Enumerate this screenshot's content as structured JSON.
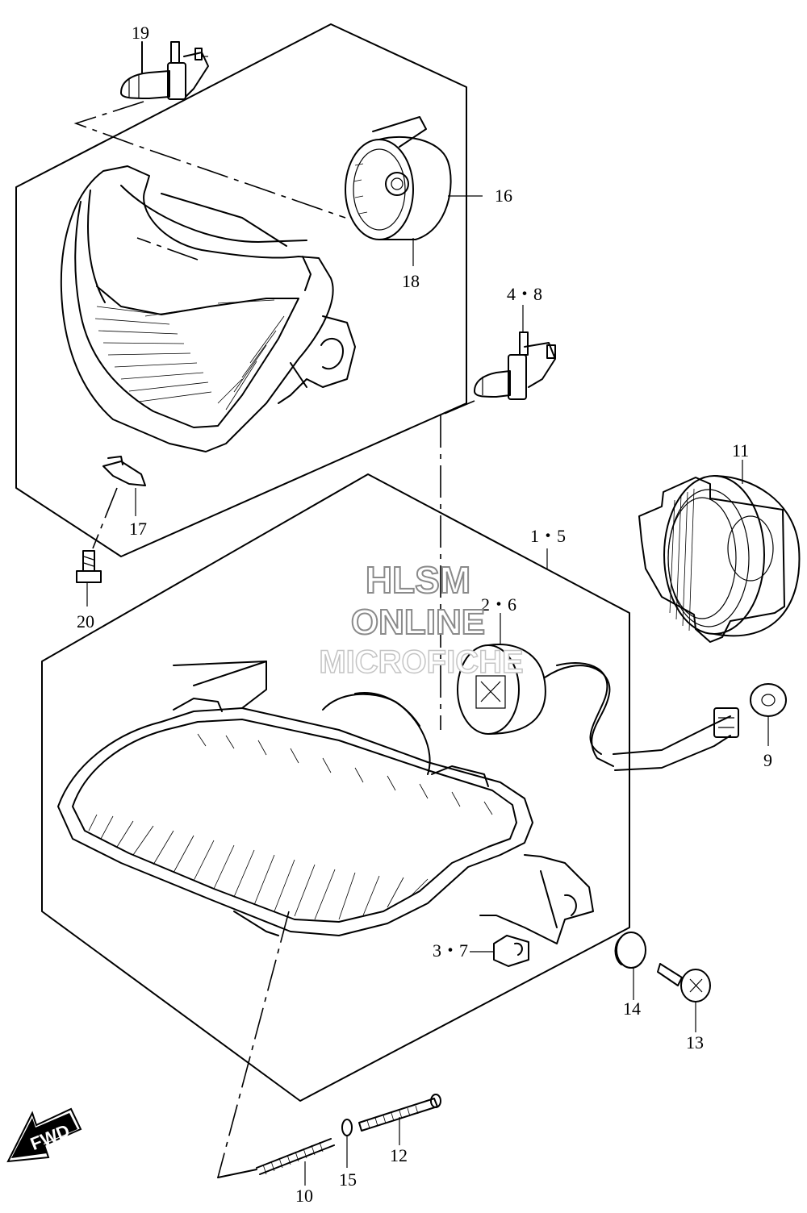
{
  "callouts": {
    "c1_5": "1・5",
    "c2_6": "2・6",
    "c3_7": "3・7",
    "c4_8": "4・8",
    "c9": "9",
    "c10": "10",
    "c11": "11",
    "c12": "12",
    "c13": "13",
    "c14": "14",
    "c15": "15",
    "c16": "16",
    "c17": "17",
    "c18": "18",
    "c19": "19",
    "c20": "20"
  },
  "watermark": {
    "line1": "HLSM",
    "line2": "ONLINE",
    "line3": "MICROFICHE"
  },
  "fwd_label": "FWD"
}
